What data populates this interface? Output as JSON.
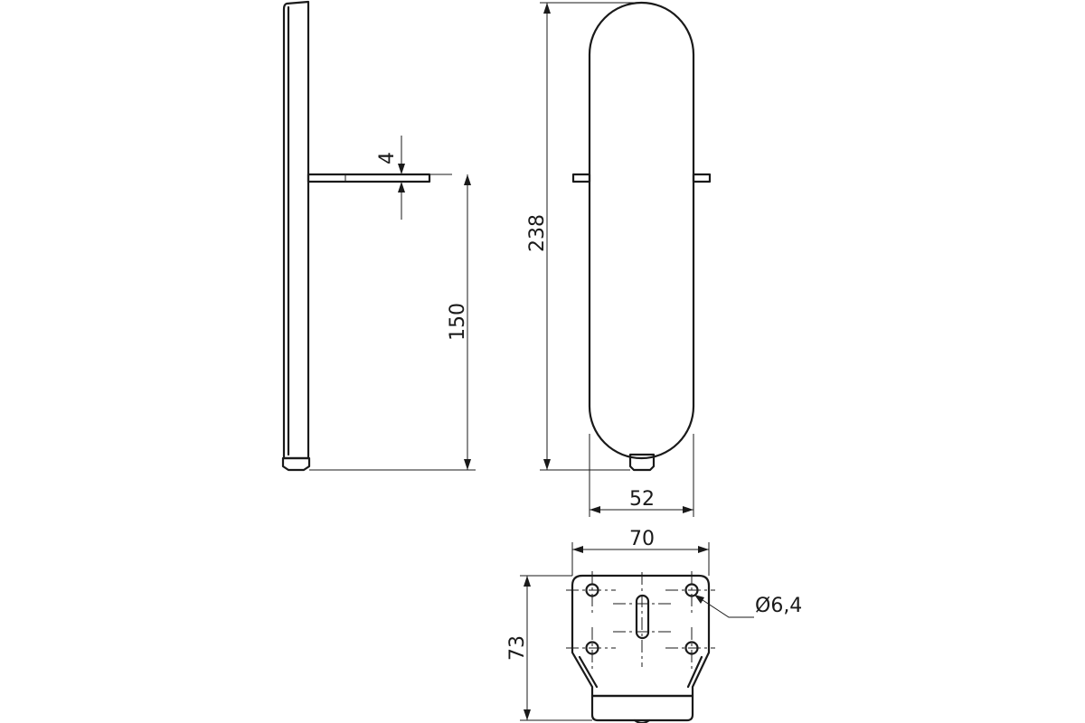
{
  "dimensions": {
    "plate_thickness": "4",
    "support_height": "150",
    "overall_height": "238",
    "front_width": "52",
    "mounting_width": "70",
    "mounting_depth": "73",
    "hole_diameter": "Ø6,4"
  }
}
